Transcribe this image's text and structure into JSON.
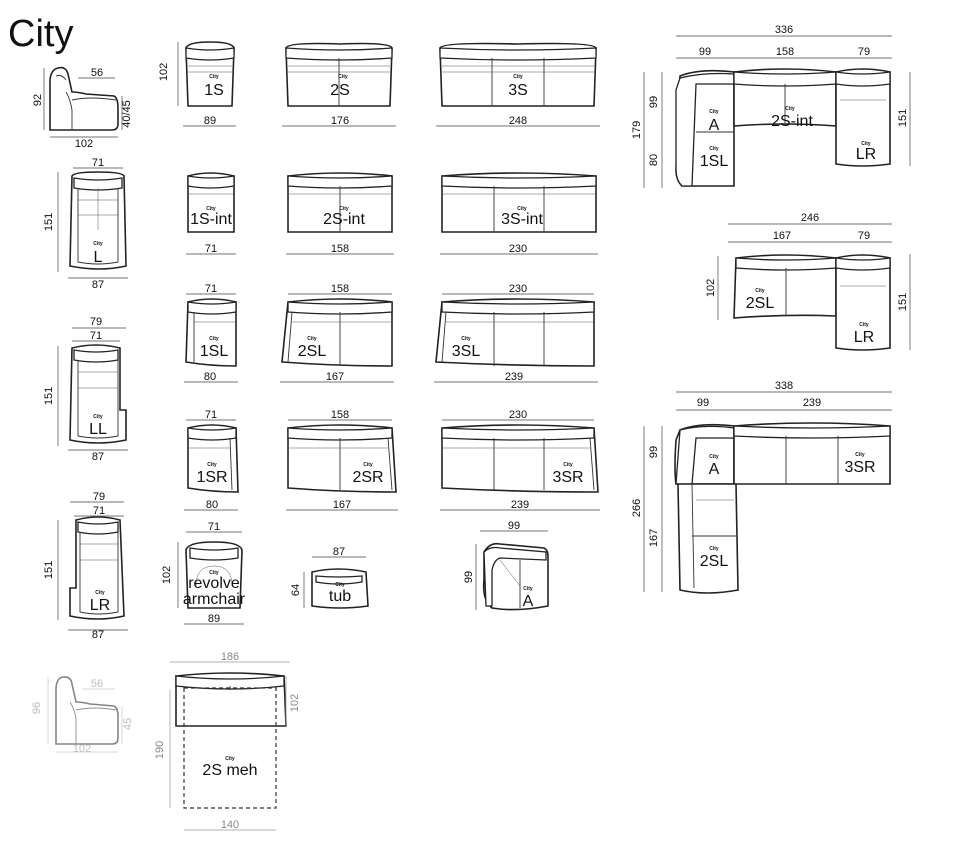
{
  "title": "City",
  "brand": "City",
  "modules": [
    {
      "id": "1S",
      "label": "1S",
      "width_dim": "89",
      "height_dim": "102"
    },
    {
      "id": "2S",
      "label": "2S",
      "width_dim": "176"
    },
    {
      "id": "3S",
      "label": "3S",
      "width_dim": "248"
    },
    {
      "id": "L",
      "label": "L",
      "width_dim": "87",
      "top_dim": "71",
      "height_dim": "151"
    },
    {
      "id": "1S-int",
      "label": "1S-int",
      "width_dim": "71"
    },
    {
      "id": "2S-int",
      "label": "2S-int",
      "width_dim": "158"
    },
    {
      "id": "3S-int",
      "label": "3S-int",
      "width_dim": "230"
    },
    {
      "id": "LL",
      "label": "LL",
      "width_dim": "87",
      "top_dim": "79",
      "top_dim2": "71",
      "height_dim": "151"
    },
    {
      "id": "1SL",
      "label": "1SL",
      "width_dim": "80",
      "top_dim": "71"
    },
    {
      "id": "2SL",
      "label": "2SL",
      "width_dim": "167",
      "top_dim": "158"
    },
    {
      "id": "3SL",
      "label": "3SL",
      "width_dim": "239",
      "top_dim": "230"
    },
    {
      "id": "1SR",
      "label": "1SR",
      "width_dim": "80",
      "top_dim": "71"
    },
    {
      "id": "2SR",
      "label": "2SR",
      "width_dim": "167",
      "top_dim": "158"
    },
    {
      "id": "3SR",
      "label": "3SR",
      "width_dim": "239",
      "top_dim": "230"
    },
    {
      "id": "LR",
      "label": "LR",
      "width_dim": "87",
      "top_dim": "79",
      "top_dim2": "71",
      "height_dim": "151"
    },
    {
      "id": "revolve",
      "label1": "revolve",
      "label2": "armchair",
      "width_dim": "89",
      "top_dim": "71",
      "height_dim": "102"
    },
    {
      "id": "tub",
      "label": "tub",
      "width_dim": "87",
      "height_dim": "64"
    },
    {
      "id": "A",
      "label": "A",
      "width_dim": "99",
      "height_dim": "99"
    },
    {
      "id": "2S-meh",
      "label": "2S meh",
      "width_dim": "186",
      "bottom_dim": "140",
      "height_dim": "190",
      "side_dim": "102"
    }
  ],
  "profiles": [
    {
      "id": "profile-top",
      "depth": "102",
      "seat": "56",
      "height": "92",
      "seat_height": "40/45"
    },
    {
      "id": "profile-bottom",
      "depth": "102",
      "seat": "56",
      "height": "96",
      "seat_height": "45"
    }
  ],
  "combinations": [
    {
      "id": "combo-1",
      "total": "336",
      "parts": [
        "99",
        "158",
        "79"
      ],
      "left_dims": [
        "179",
        "99",
        "80"
      ],
      "right_dim": "151",
      "labels": [
        "A",
        "2S-int",
        "1SL",
        "LR"
      ]
    },
    {
      "id": "combo-2",
      "total": "246",
      "parts": [
        "167",
        "79"
      ],
      "left_dim": "102",
      "right_dim": "151",
      "labels": [
        "2SL",
        "LR"
      ]
    },
    {
      "id": "combo-3",
      "total": "338",
      "parts": [
        "99",
        "239"
      ],
      "left_dims": [
        "266",
        "99",
        "167"
      ],
      "labels": [
        "A",
        "3SR",
        "2SL"
      ]
    }
  ]
}
